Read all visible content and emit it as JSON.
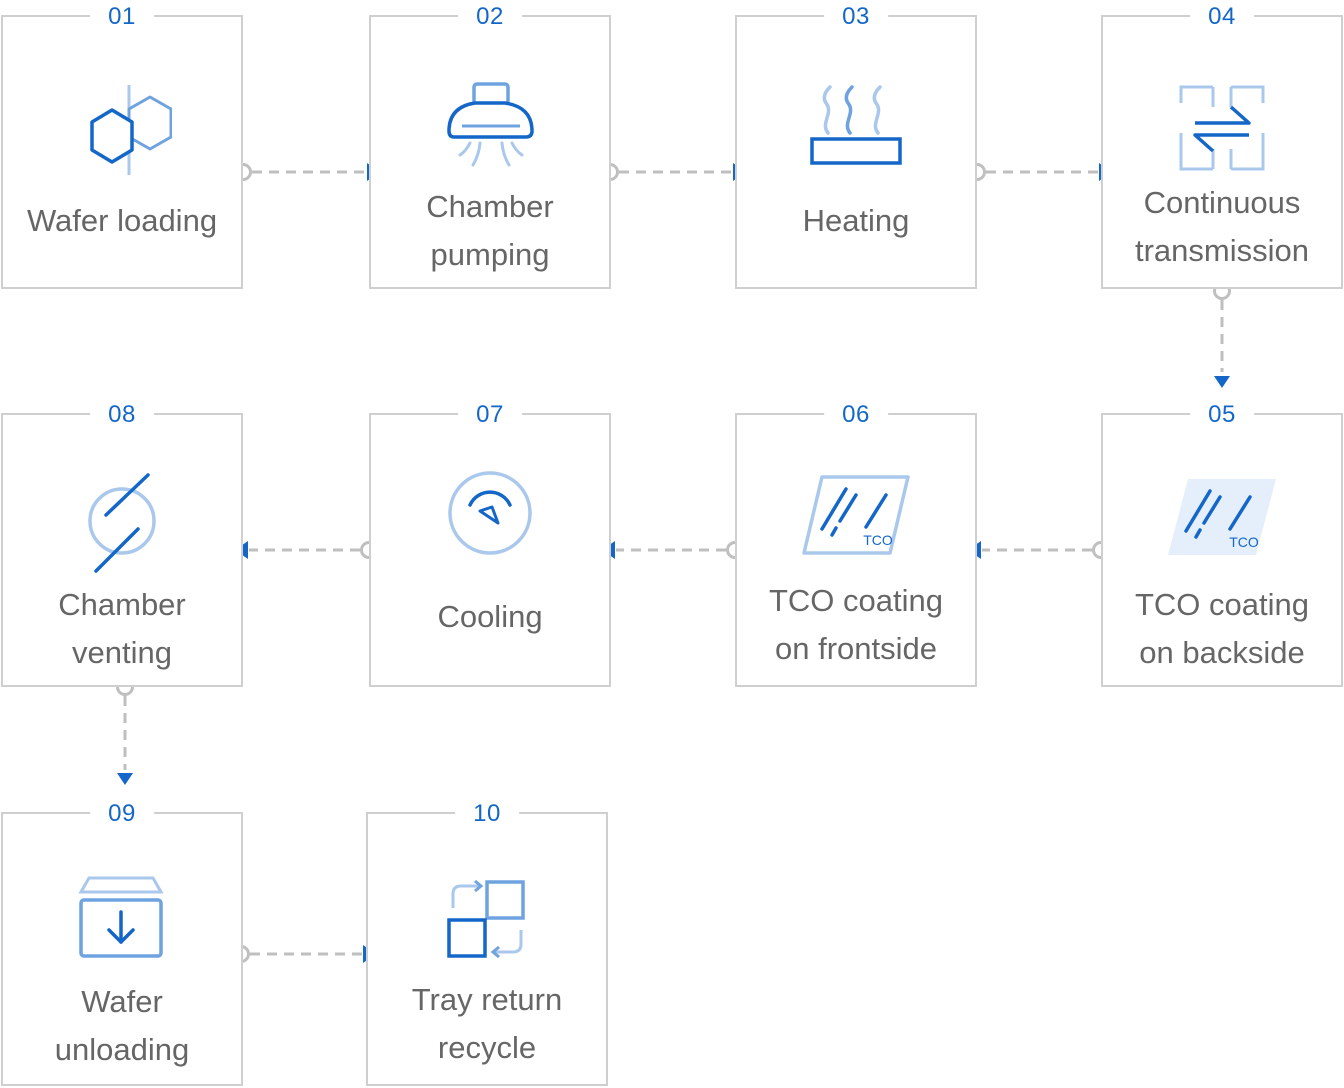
{
  "colors": {
    "accent": "#1467c8",
    "accent_light": "#a9c8ec",
    "border": "#cfcfcf",
    "connector": "#bfbfbf",
    "text": "#666666"
  },
  "steps": [
    {
      "num": "01",
      "line1": "Wafer loading",
      "line2": "",
      "icon": "hexagons-icon"
    },
    {
      "num": "02",
      "line1": "Chamber",
      "line2": "pumping",
      "icon": "vacuum-pump-icon"
    },
    {
      "num": "03",
      "line1": "Heating",
      "line2": "",
      "icon": "heater-icon"
    },
    {
      "num": "04",
      "line1": "Continuous",
      "line2": "transmission",
      "icon": "transfer-arrows-icon"
    },
    {
      "num": "05",
      "line1": "TCO coating",
      "line2": "on backside",
      "icon": "tco-panel-filled-icon",
      "badge": "TCO"
    },
    {
      "num": "06",
      "line1": "TCO coating",
      "line2": "on frontside",
      "icon": "tco-panel-outline-icon",
      "badge": "TCO"
    },
    {
      "num": "07",
      "line1": "Cooling",
      "line2": "",
      "icon": "cooling-gauge-icon"
    },
    {
      "num": "08",
      "line1": "Chamber",
      "line2": "venting",
      "icon": "venting-icon"
    },
    {
      "num": "09",
      "line1": "Wafer",
      "line2": "unloading",
      "icon": "unload-tray-icon"
    },
    {
      "num": "10",
      "line1": "Tray return",
      "line2": "recycle",
      "icon": "recycle-squares-icon"
    }
  ]
}
